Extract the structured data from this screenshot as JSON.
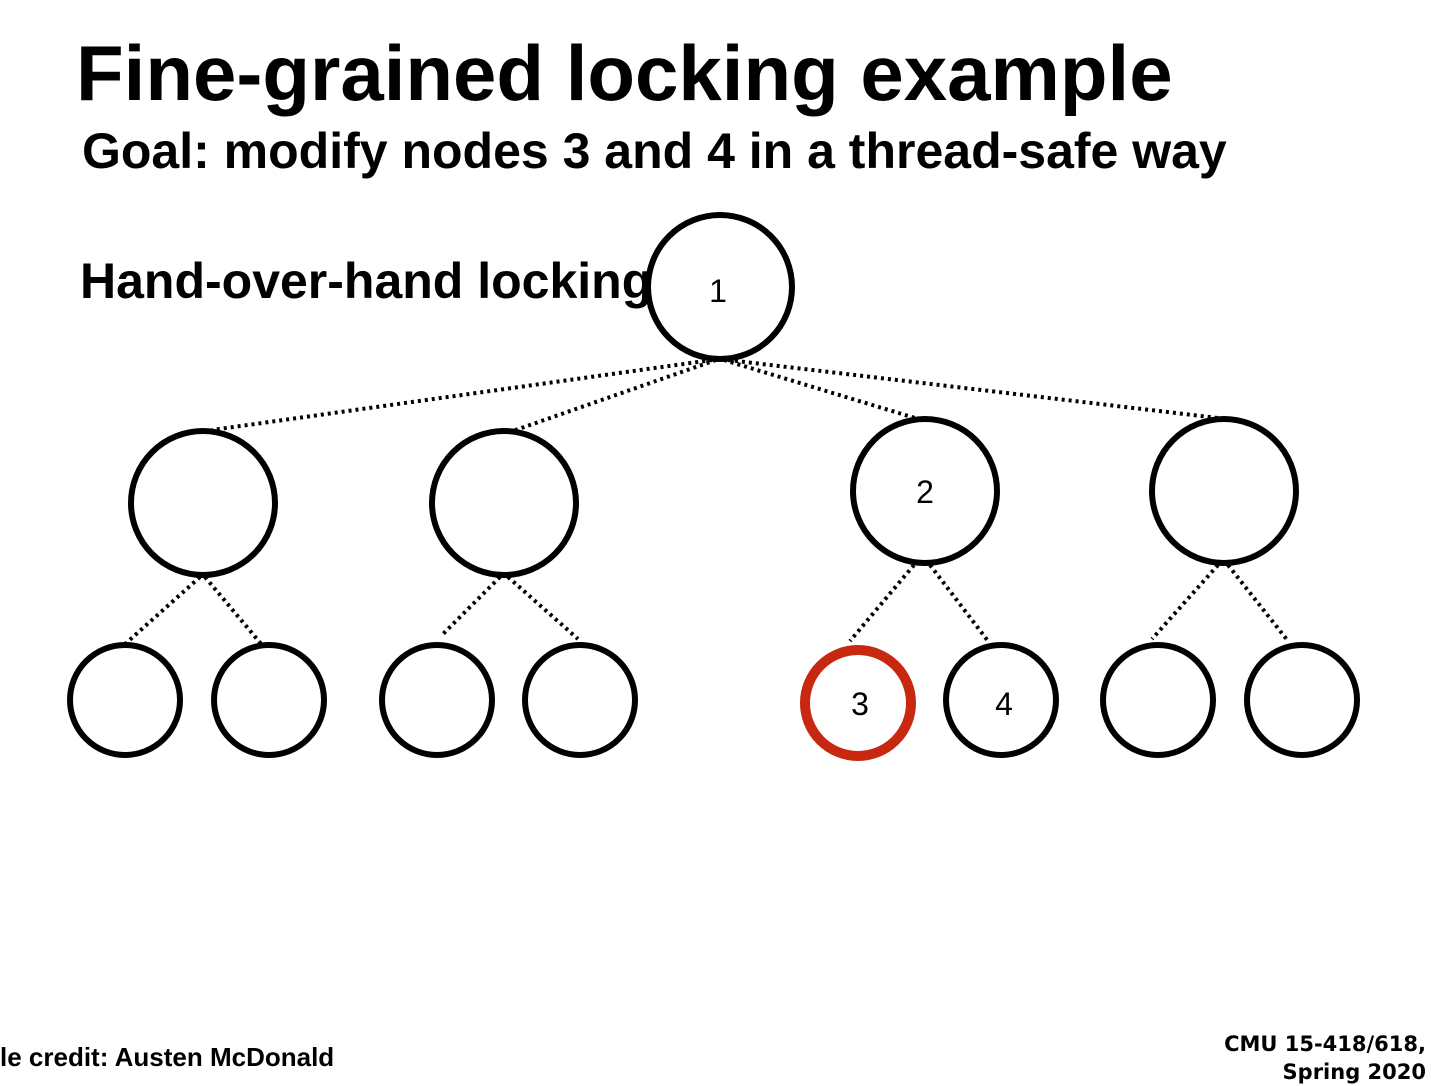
{
  "slide": {
    "title": "Fine-grained locking example",
    "goal": "Goal: modify nodes 3 and 4 in a thread-safe way",
    "subheading": "Hand-over-hand locking",
    "footer_credit": "le credit: Austen McDonald",
    "footer_course_line1": "CMU 15-418/618,",
    "footer_course_line2": "Spring 2020"
  },
  "tree": {
    "nodes": [
      {
        "id": "root",
        "label": "1",
        "highlight": false
      },
      {
        "id": "l1-a",
        "label": "",
        "highlight": false
      },
      {
        "id": "l1-b",
        "label": "",
        "highlight": false
      },
      {
        "id": "l1-c",
        "label": "2",
        "highlight": false
      },
      {
        "id": "l1-d",
        "label": "",
        "highlight": false
      },
      {
        "id": "l2-a1",
        "label": "",
        "highlight": false
      },
      {
        "id": "l2-a2",
        "label": "",
        "highlight": false
      },
      {
        "id": "l2-b1",
        "label": "",
        "highlight": false
      },
      {
        "id": "l2-b2",
        "label": "",
        "highlight": false
      },
      {
        "id": "l2-c1",
        "label": "3",
        "highlight": true
      },
      {
        "id": "l2-c2",
        "label": "4",
        "highlight": false
      },
      {
        "id": "l2-d1",
        "label": "",
        "highlight": false
      },
      {
        "id": "l2-d2",
        "label": "",
        "highlight": false
      }
    ],
    "edges": [
      [
        "root",
        "l1-a"
      ],
      [
        "root",
        "l1-b"
      ],
      [
        "root",
        "l1-c"
      ],
      [
        "root",
        "l1-d"
      ],
      [
        "l1-a",
        "l2-a1"
      ],
      [
        "l1-a",
        "l2-a2"
      ],
      [
        "l1-b",
        "l2-b1"
      ],
      [
        "l1-b",
        "l2-b2"
      ],
      [
        "l1-c",
        "l2-c1"
      ],
      [
        "l1-c",
        "l2-c2"
      ],
      [
        "l1-d",
        "l2-d1"
      ],
      [
        "l1-d",
        "l2-d2"
      ]
    ],
    "highlight_color": "#c8280f"
  }
}
